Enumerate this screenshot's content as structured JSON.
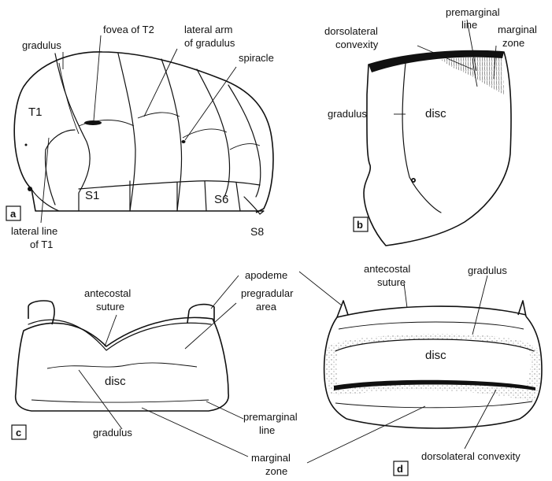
{
  "panels": {
    "a": {
      "letter": "a",
      "labels": {
        "gradulus": "gradulus",
        "fovea": "fovea of T2",
        "lateral_arm_1": "lateral  arm",
        "lateral_arm_2": "of gradulus",
        "spiracle": "spiracle",
        "t1": "T1",
        "s1": "S1",
        "s6": "S6",
        "s8": "S8",
        "lateral_line_1": "lateral line",
        "lateral_line_2": "of T1"
      }
    },
    "b": {
      "letter": "b",
      "labels": {
        "premarginal_1": "premarginal",
        "premarginal_2": "line",
        "dorsolateral_1": "dorsolateral",
        "dorsolateral_2": "convexity",
        "marginal_1": "marginal",
        "marginal_2": "zone",
        "gradulus": "gradulus",
        "disc": "disc"
      }
    },
    "c": {
      "letter": "c",
      "labels": {
        "antecostal_1": "antecostal",
        "antecostal_2": "suture",
        "pregradular_1": "pregradular",
        "pregradular_2": "area",
        "disc": "disc",
        "gradulus": "gradulus",
        "premarginal_1": "premarginal",
        "premarginal_2": "line",
        "marginal_1": "marginal",
        "marginal_2": "zone"
      }
    },
    "d": {
      "letter": "d",
      "labels": {
        "apodeme": "apodeme",
        "antecostal_1": "antecostal",
        "antecostal_2": "suture",
        "gradulus": "gradulus",
        "disc": "disc",
        "dorsolateral": "dorsolateral  convexity"
      }
    }
  }
}
